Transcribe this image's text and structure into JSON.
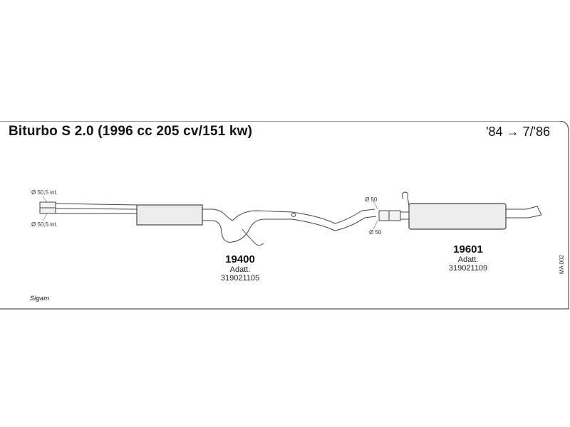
{
  "header": {
    "title": "Biturbo S 2.0 (1996 cc 205 cv/151 kw)",
    "years": "'84 → 7/'86"
  },
  "dimensions": {
    "inlet_top": "Ø 50,5 int.",
    "inlet_bottom": "Ø 50,5 int.",
    "rear_top": "Ø 50",
    "rear_bottom": "Ø 50"
  },
  "parts": [
    {
      "number": "19400",
      "label": "Adatt.",
      "code": "319021105"
    },
    {
      "number": "19601",
      "label": "Adatt.",
      "code": "319021109"
    }
  ],
  "footer": {
    "reference": "MA 002",
    "logo": "Sigam"
  }
}
